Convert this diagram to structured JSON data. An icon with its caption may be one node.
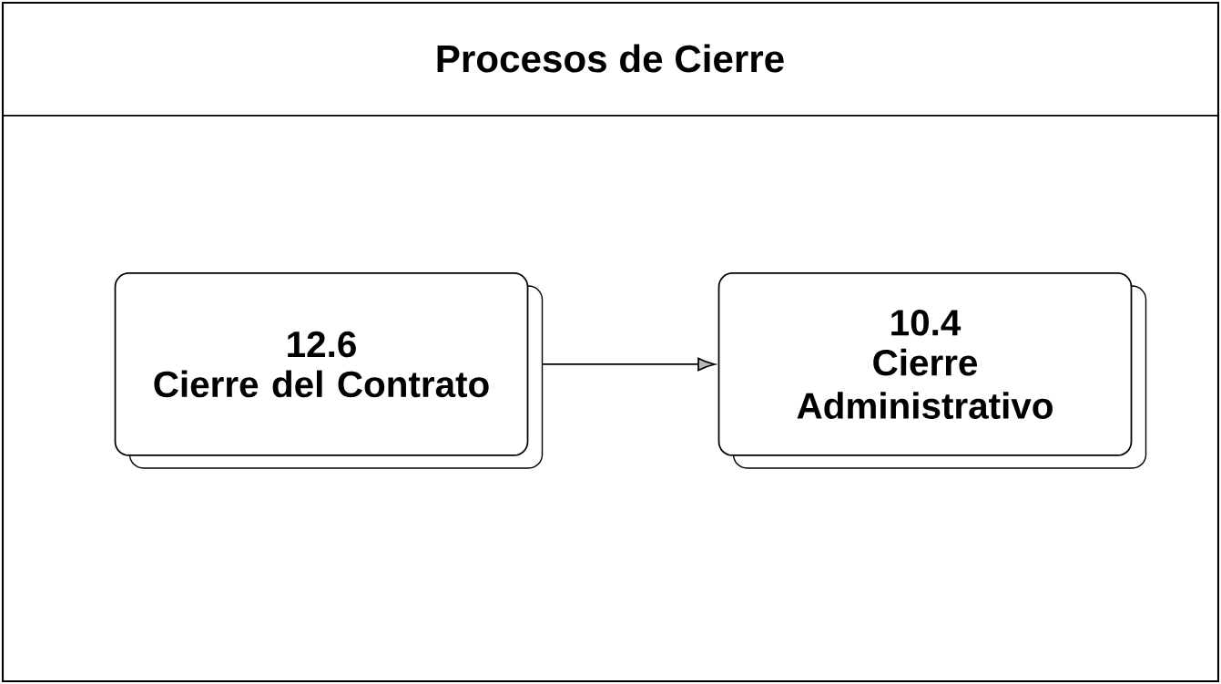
{
  "diagram": {
    "title": "Procesos de Cierre",
    "nodes": [
      {
        "text": [
          "12.6",
          "Cierre del Contrato"
        ]
      },
      {
        "text": [
          "10.4",
          "Cierre Administrativo"
        ]
      }
    ],
    "edges": [
      {
        "from": 0,
        "to": 1,
        "arrow": "to"
      }
    ]
  }
}
